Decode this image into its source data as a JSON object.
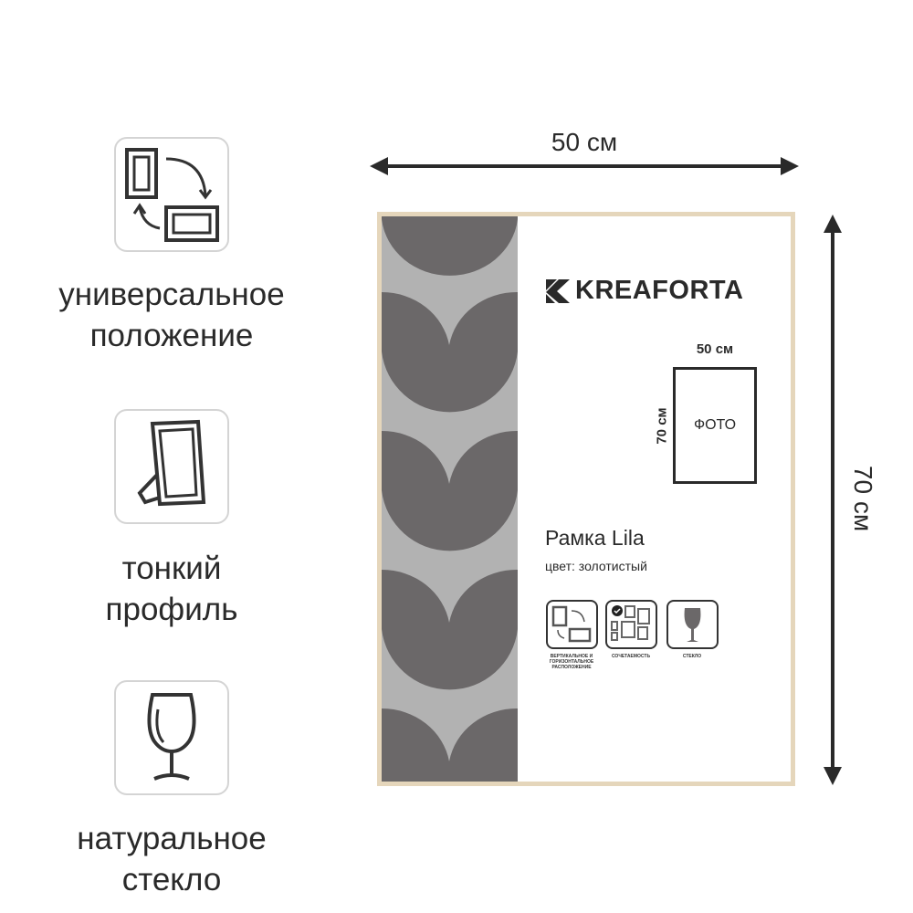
{
  "features": [
    {
      "icon": "rotate-orientation-icon",
      "label_line1": "универсальное",
      "label_line2": "положение"
    },
    {
      "icon": "thin-frame-icon",
      "label_line1": "тонкий",
      "label_line2": "профиль"
    },
    {
      "icon": "wine-glass-icon",
      "label_line1": "натуральное",
      "label_line2": "стекло"
    }
  ],
  "dimensions": {
    "width": "50 см",
    "height": "70 см"
  },
  "package": {
    "brand": "KREAFORTA",
    "photo_width": "50 см",
    "photo_height": "70 см",
    "photo_label": "ФОТО",
    "product_name": "Рамка Lila",
    "color": "цвет: золотистый",
    "badges": [
      {
        "icon": "rotate-orientation-icon",
        "label": "ВЕРТИКАЛЬНОЕ И ГОРИЗОНТАЛЬНОЕ РАСПОЛОЖЕНИЕ"
      },
      {
        "icon": "gallery-wall-icon",
        "label": "СОЧЕТАЕМОСТЬ"
      },
      {
        "icon": "wine-glass-icon",
        "label": "СТЕКЛО"
      }
    ]
  },
  "colors": {
    "frame": "#e5d6bb",
    "pattern_dark": "#6b6869",
    "pattern_light": "#b2b2b2",
    "text": "#2a2a2a"
  }
}
